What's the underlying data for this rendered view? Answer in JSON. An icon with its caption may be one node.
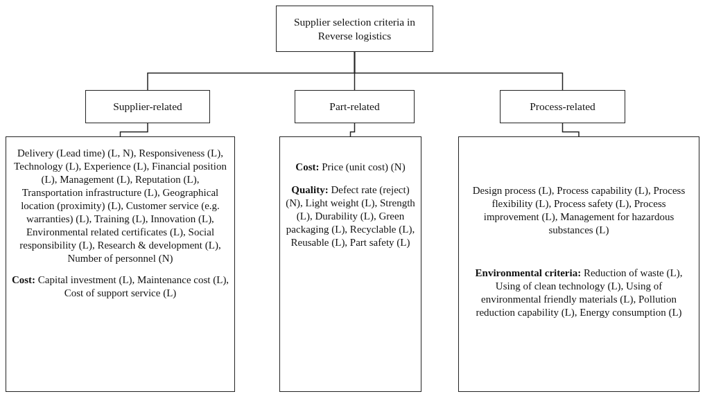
{
  "diagram": {
    "nodes": [
      {
        "text": [
          "Supplier selection criteria in Reverse logistics"
        ]
      },
      {
        "text": [
          "Supplier-related"
        ]
      },
      {
        "text": [
          "Part-related"
        ]
      },
      {
        "text": [
          "Process-related"
        ]
      },
      {
        "text": [
          "Delivery (Lead time) (L, N), Responsiveness (L), Technology (L), Experience (L), Financial position (L), Management (L), Reputation (L), Transportation infrastructure (L), Geographical location (proximity) (L), Customer service (e.g. warranties) (L), Training (L), Innovation (L), Environmental related certificates (L), Social responsibility (L), Research & development (L), Number of personnel (N)",
          "**Cost:** Capital investment (L), Maintenance cost (L), Cost of support service (L)"
        ]
      },
      {
        "text": [
          "**Cost:** Price (unit cost) (N)",
          "**Quality:** Defect rate (reject) (N), Light weight (L), Strength (L), Durability (L), Green packaging (L), Recyclable (L), Reusable (L), Part safety (L)"
        ]
      },
      {
        "text": [
          "Design process (L), Process capability (L), Process flexibility (L), Process safety (L), Process improvement (L), Management for hazardous substances (L)",
          "**Environmental criteria:** Reduction of waste (L), Using of clean technology (L), Using of environmental friendly materials (L), Pollution reduction capability (L), Energy consumption (L)"
        ]
      }
    ],
    "edges": [
      {
        "from": 0,
        "to": 1,
        "arrow": "none"
      },
      {
        "from": 0,
        "to": 2,
        "arrow": "none"
      },
      {
        "from": 0,
        "to": 3,
        "arrow": "none"
      },
      {
        "from": 1,
        "to": 4,
        "arrow": "none"
      },
      {
        "from": 2,
        "to": 5,
        "arrow": "none"
      },
      {
        "from": 3,
        "to": 6,
        "arrow": "none"
      }
    ]
  }
}
